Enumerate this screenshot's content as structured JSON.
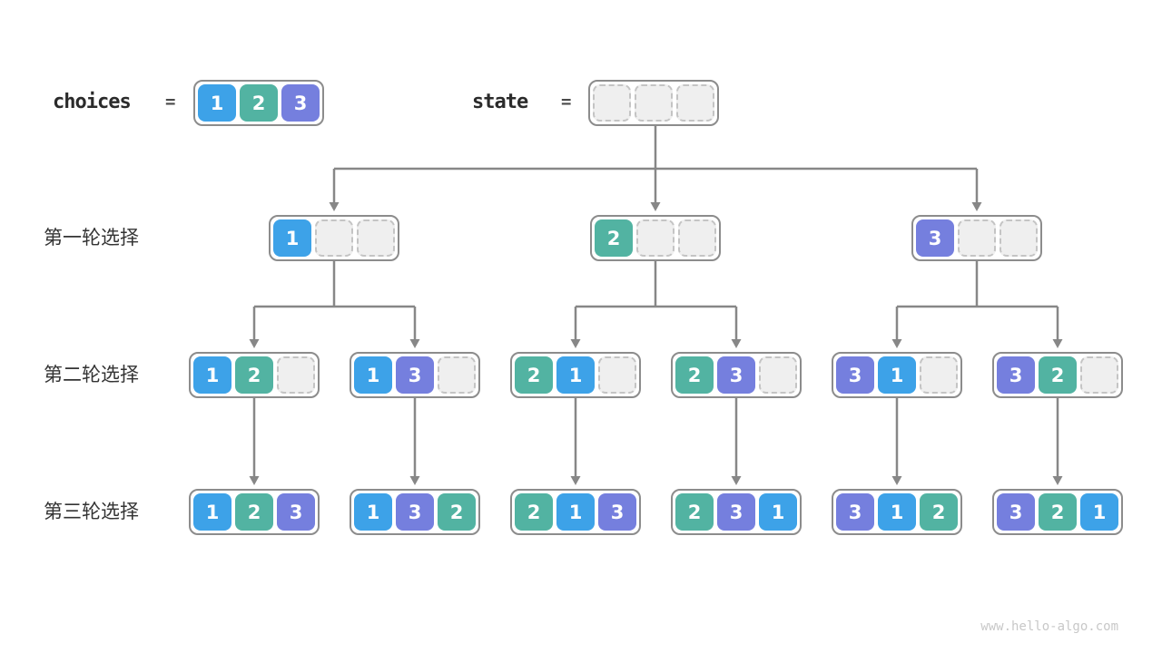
{
  "header": {
    "choices_label": "choices",
    "choices_equals": "=",
    "choices_cells": [
      "1",
      "2",
      "3"
    ],
    "state_label": "state",
    "state_equals": "=",
    "state_cells": [
      "",
      "",
      ""
    ]
  },
  "tree": {
    "rows": [
      {
        "label": "第一轮选择",
        "nodes": [
          [
            "1",
            "",
            ""
          ],
          [
            "2",
            "",
            ""
          ],
          [
            "3",
            "",
            ""
          ]
        ]
      },
      {
        "label": "第二轮选择",
        "nodes": [
          [
            "1",
            "2",
            ""
          ],
          [
            "1",
            "3",
            ""
          ],
          [
            "2",
            "1",
            ""
          ],
          [
            "2",
            "3",
            ""
          ],
          [
            "3",
            "1",
            ""
          ],
          [
            "3",
            "2",
            ""
          ]
        ]
      },
      {
        "label": "第三轮选择",
        "nodes": [
          [
            "1",
            "2",
            "3"
          ],
          [
            "1",
            "3",
            "2"
          ],
          [
            "2",
            "1",
            "3"
          ],
          [
            "2",
            "3",
            "1"
          ],
          [
            "3",
            "1",
            "2"
          ],
          [
            "3",
            "2",
            "1"
          ]
        ]
      }
    ]
  },
  "colors": {
    "1": "#3da2e8",
    "2": "#52b3a2",
    "3": "#757fde",
    "line": "#878787",
    "empty_fill": "#efefef",
    "empty_border": "#c4c4c4",
    "node_border": "#8c8c8c"
  },
  "watermark": "www.hello-algo.com"
}
